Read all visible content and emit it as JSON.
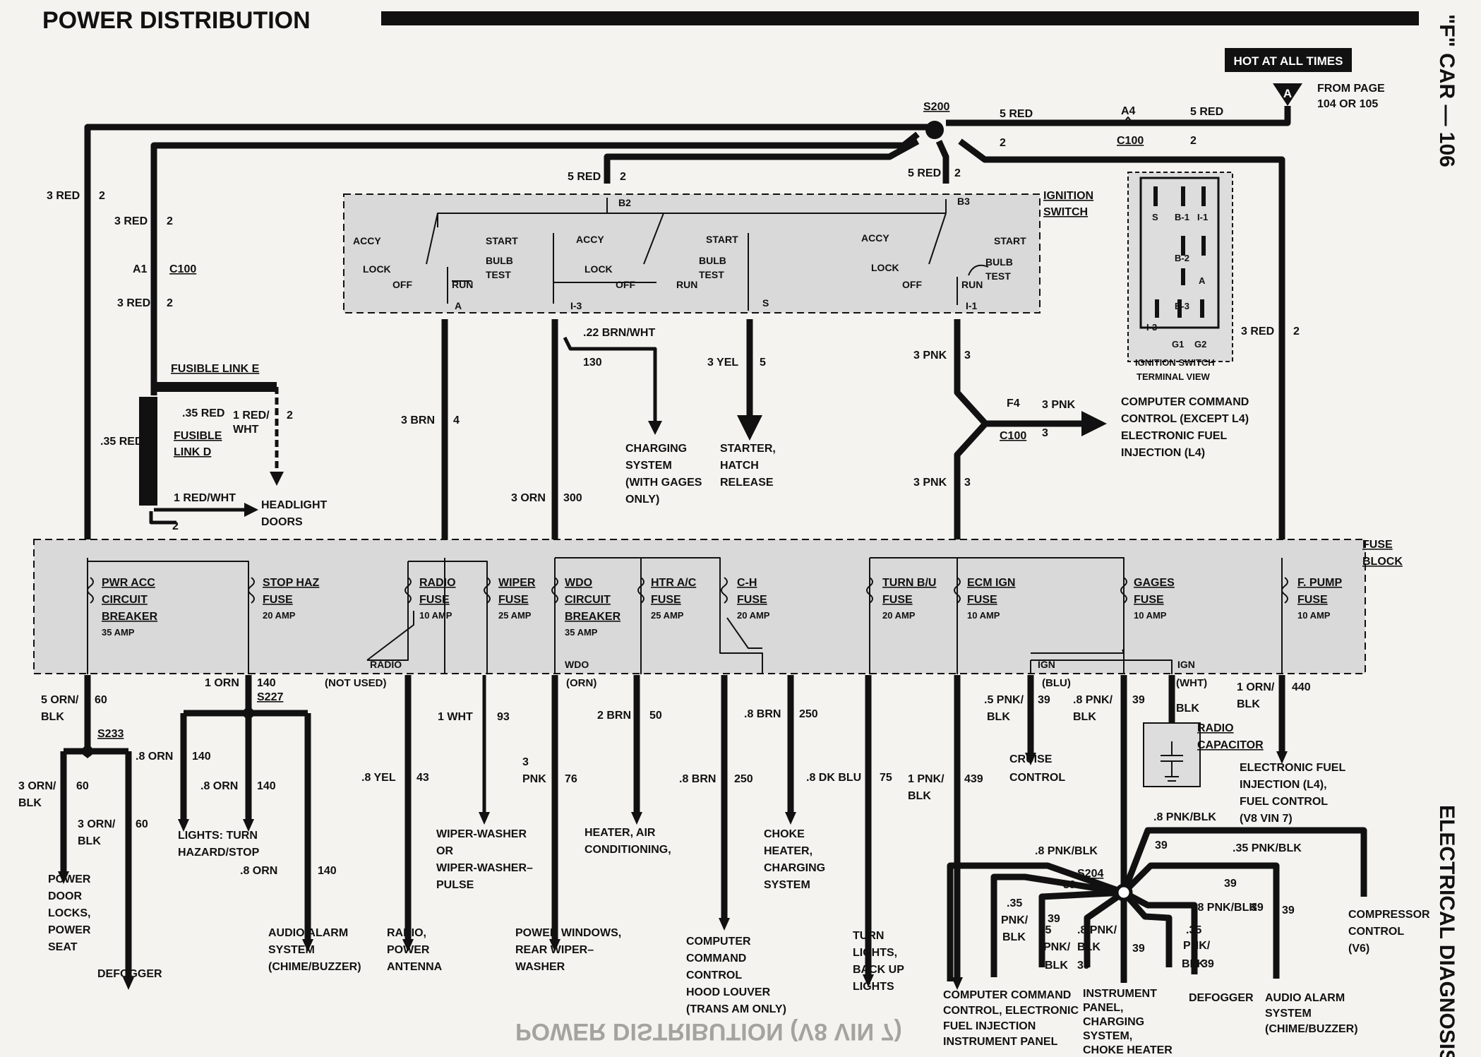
{
  "header": {
    "title": "POWER DISTRIBUTION",
    "side_code": "\"F\" CAR — 106",
    "side_section": "ELECTRICAL DIAGNOSIS",
    "footer_mirror": "POWER DISTRIBUTION (V8 VIN 7)"
  },
  "source": {
    "badge": "HOT AT ALL TIMES",
    "connector": "A",
    "from_page_1": "FROM PAGE",
    "from_page_2": "104 OR 105"
  },
  "splices": {
    "s200": "S200",
    "s227": "S227",
    "s233": "S233",
    "s204": "S204"
  },
  "connectors": {
    "a4": "A4",
    "c100_top": "C100",
    "a1": "A1",
    "c100_left": "C100",
    "f4": "F4",
    "c100_mid": "C100"
  },
  "wire_labels": {
    "top_5red_1": "5 RED",
    "top_5red_2": "5 RED",
    "top_2a": "2",
    "top_2b": "2",
    "b2_wire": "5 RED",
    "b2_num": "2",
    "b3_wire": "5 RED",
    "b3_num": "2",
    "left_3red": "3 RED",
    "left_2": "2",
    "l2_3red_a": "3 RED",
    "l2_2a": "2",
    "l2_3red_b": "3 RED",
    "l2_2b": "2",
    "right_3red": "3 RED",
    "right_2": "2",
    "brn_3": "3 BRN",
    "brn_4": "4",
    "brnwht": ".22 BRN/WHT",
    "brnwht_num": "130",
    "yel_3": "3 YEL",
    "yel_5": "5",
    "orn_3": "3 ORN",
    "orn_300": "300",
    "pnk_3a": "3 PNK",
    "pnk_3a_num": "3",
    "pnk_3b": "3 PNK",
    "pnk_3b_num": "3",
    "pnk_3c": "3 PNK",
    "pnk_3c_num": "3",
    "fl_35red_a": ".35 RED",
    "fl_1redwht": "1 RED/",
    "fl_1redwht_2": "WHT",
    "fl_2": "2",
    "fl_35red_b": ".35 RED",
    "fl_1redwht_b": "1 RED/WHT",
    "fl_2b": "2",
    "pwr_5orn": "5 ORN/",
    "pwr_blk": "BLK",
    "pwr_60": "60",
    "p_3orn": "3 ORN/",
    "p_blk": "BLK",
    "p_60": "60",
    "d_3orn": "3 ORN/",
    "d_blk": "BLK",
    "d_60": "60",
    "s233_8orn": ".8 ORN",
    "s233_140": "140",
    "stop_1orn": "1 ORN",
    "stop_140": "140",
    "l_8orn": ".8 ORN",
    "l_140": "140",
    "a_8orn": ".8 ORN",
    "a_140": "140",
    "radio_8yel": ".8 YEL",
    "radio_43": "43",
    "wiper_1wht": "1 WHT",
    "wiper_93": "93",
    "wdo_3": "3",
    "wdo_pnk": "PNK",
    "wdo_76": "76",
    "htr_2brn": "2 BRN",
    "htr_50": "50",
    "hood_8brn": ".8 BRN",
    "hood_250": "250",
    "ch_8brn": ".8 BRN",
    "ch_250": "250",
    "turn_8dkblu": ".8 DK BLU",
    "turn_75": "75",
    "ecm_1pnk": "1 PNK/",
    "ecm_blk": "BLK",
    "ecm_439": "439",
    "cruise_5pnk": ".5 PNK/",
    "cruise_blk": "BLK",
    "cruise_39": "39",
    "g_8pnk": ".8 PNK/",
    "g_blk": "BLK",
    "g_39": "39",
    "blk": "BLK",
    "fp_1orn": "1 ORN/",
    "fp_blk": "BLK",
    "fp_440": "440",
    "s204_8pnkblk_a": ".8 PNK/BLK",
    "s204_39a": "39",
    "s204_8pnkblk_b": ".8 PNK/BLK",
    "s204_39b": "39",
    "s204_35pnkblk": ".35 PNK/BLK",
    "s204_39c": "39",
    "s204_39d": "39",
    "s204_39e": "39",
    "b1_35": ".35",
    "b1_pnk": "PNK/",
    "b1_blk": "BLK",
    "b2_39": "39",
    "b2_5": ".5",
    "b2_pnk": "PNK/",
    "b2_blk": "BLK",
    "b3_8": ".8 PNK/",
    "b3_blk": "BLK",
    "b3_39": "39",
    "b4_39": "39",
    "b5_35": ".35",
    "b5_pnk": "PNK/",
    "b5_blk": "BLK",
    "b5_39": "39",
    "b6_8pnkblk": ".8 PNK/BLK",
    "b6_39": "39",
    "radio_lbl": "RADIO",
    "wdo_lbl": "WDO",
    "ign_a": "IGN",
    "ign_b": "IGN",
    "blu": "(BLU)",
    "wht": "(WHT)",
    "orn": "(ORN)",
    "not_used": "(NOT USED)"
  },
  "ignition_switch": {
    "title_1": "IGNITION",
    "title_2": "SWITCH",
    "b2": "B2",
    "b3": "B3",
    "term_a": "A",
    "term_i3": "I-3",
    "term_s": "S",
    "term_i1": "I-1",
    "accy": "ACCY",
    "lock": "LOCK",
    "off": "OFF",
    "run": "RUN",
    "start": "START",
    "bulb": "BULB",
    "test": "TEST"
  },
  "terminal_view": {
    "s": "S",
    "b1": "B-1",
    "i1": "I-1",
    "b2": "B-2",
    "a": "A",
    "b3": "B-3",
    "i3": "I-3",
    "g1": "G1",
    "g2": "G2",
    "title_1": "IGNITION SWITCH",
    "title_2": "TERMINAL VIEW"
  },
  "fusible": {
    "link_e": "FUSIBLE LINK E",
    "link_d_1": "FUSIBLE",
    "link_d_2": "LINK D"
  },
  "fuse_block": {
    "title_1": "FUSE",
    "title_2": "BLOCK",
    "fuses": [
      {
        "l1": "PWR ACC",
        "l2": "CIRCUIT",
        "l3": "BREAKER",
        "rating": "35 AMP"
      },
      {
        "l1": "STOP HAZ",
        "l2": "FUSE",
        "l3": "",
        "rating": "20 AMP"
      },
      {
        "l1": "RADIO",
        "l2": "FUSE",
        "l3": "",
        "rating": "10 AMP"
      },
      {
        "l1": "WIPER",
        "l2": "FUSE",
        "l3": "",
        "rating": "25 AMP"
      },
      {
        "l1": "WDO",
        "l2": "CIRCUIT",
        "l3": "BREAKER",
        "rating": "35 AMP"
      },
      {
        "l1": "HTR A/C",
        "l2": "FUSE",
        "l3": "",
        "rating": "25 AMP"
      },
      {
        "l1": "C-H",
        "l2": "FUSE",
        "l3": "",
        "rating": "20 AMP"
      },
      {
        "l1": "TURN B/U",
        "l2": "FUSE",
        "l3": "",
        "rating": "20 AMP"
      },
      {
        "l1": "ECM IGN",
        "l2": "FUSE",
        "l3": "",
        "rating": "10 AMP"
      },
      {
        "l1": "GAGES",
        "l2": "FUSE",
        "l3": "",
        "rating": "10 AMP"
      },
      {
        "l1": "F. PUMP",
        "l2": "FUSE",
        "l3": "",
        "rating": "10 AMP"
      }
    ]
  },
  "destinations": {
    "headlight_1": "HEADLIGHT",
    "headlight_2": "DOORS",
    "charging_1": "CHARGING",
    "charging_2": "SYSTEM",
    "charging_3": "(WITH GAGES",
    "charging_4": "ONLY)",
    "starter_1": "STARTER,",
    "starter_2": "HATCH",
    "starter_3": "RELEASE",
    "ccc_1": "COMPUTER COMMAND",
    "ccc_2": "CONTROL (EXCEPT L4)",
    "ccc_3": "ELECTRONIC FUEL",
    "ccc_4": "INJECTION (L4)",
    "pdl_1": "POWER",
    "pdl_2": "DOOR",
    "pdl_3": "LOCKS,",
    "pdl_4": "POWER",
    "pdl_5": "SEAT",
    "defogger": "DEFOGGER",
    "lights_1": "LIGHTS: TURN",
    "lights_2": "HAZARD/STOP",
    "alarm_1": "AUDIO ALARM",
    "alarm_2": "SYSTEM",
    "alarm_3": "(CHIME/BUZZER)",
    "radio_1": "RADIO,",
    "radio_2": "POWER",
    "radio_3": "ANTENNA",
    "wiper_1": "WIPER-WASHER",
    "wiper_2": "OR",
    "wiper_3": "WIPER-WASHER–",
    "wiper_4": "PULSE",
    "pw_1": "POWER WINDOWS,",
    "pw_2": "REAR WIPER–",
    "pw_3": "WASHER",
    "heater_1": "HEATER, AIR",
    "heater_2": "CONDITIONING,",
    "hood_1": "COMPUTER",
    "hood_2": "COMMAND",
    "hood_3": "CONTROL",
    "hood_4": "HOOD LOUVER",
    "hood_5": "(TRANS AM ONLY)",
    "choke_1": "CHOKE",
    "choke_2": "HEATER,",
    "choke_3": "CHARGING",
    "choke_4": "SYSTEM",
    "turn_1": "TURN",
    "turn_2": "LIGHTS,",
    "turn_3": "BACK UP",
    "turn_4": "LIGHTS",
    "cruise_1": "CRUISE",
    "cruise_2": "CONTROL",
    "radiocap_1": "RADIO",
    "radiocap_2": "CAPACITOR",
    "efi_1": "ELECTRONIC FUEL",
    "efi_2": "INJECTION (L4),",
    "efi_3": "FUEL CONTROL",
    "efi_4": "(V8 VIN 7)",
    "comp_1": "COMPRESSOR",
    "comp_2": "CONTROL",
    "comp_3": "(V6)",
    "bccc_1": "COMPUTER COMMAND",
    "bccc_2": "CONTROL, ELECTRONIC",
    "bccc_3": "FUEL INJECTION",
    "bccc_4": "INSTRUMENT PANEL",
    "ip_1": "INSTRUMENT",
    "ip_2": "PANEL,",
    "ip_3": "CHARGING",
    "ip_4": "SYSTEM,",
    "ip_5": "CHOKE HEATER",
    "bdefog": "DEFOGGER",
    "balarm_1": "AUDIO ALARM",
    "balarm_2": "SYSTEM",
    "balarm_3": "(CHIME/BUZZER)"
  }
}
